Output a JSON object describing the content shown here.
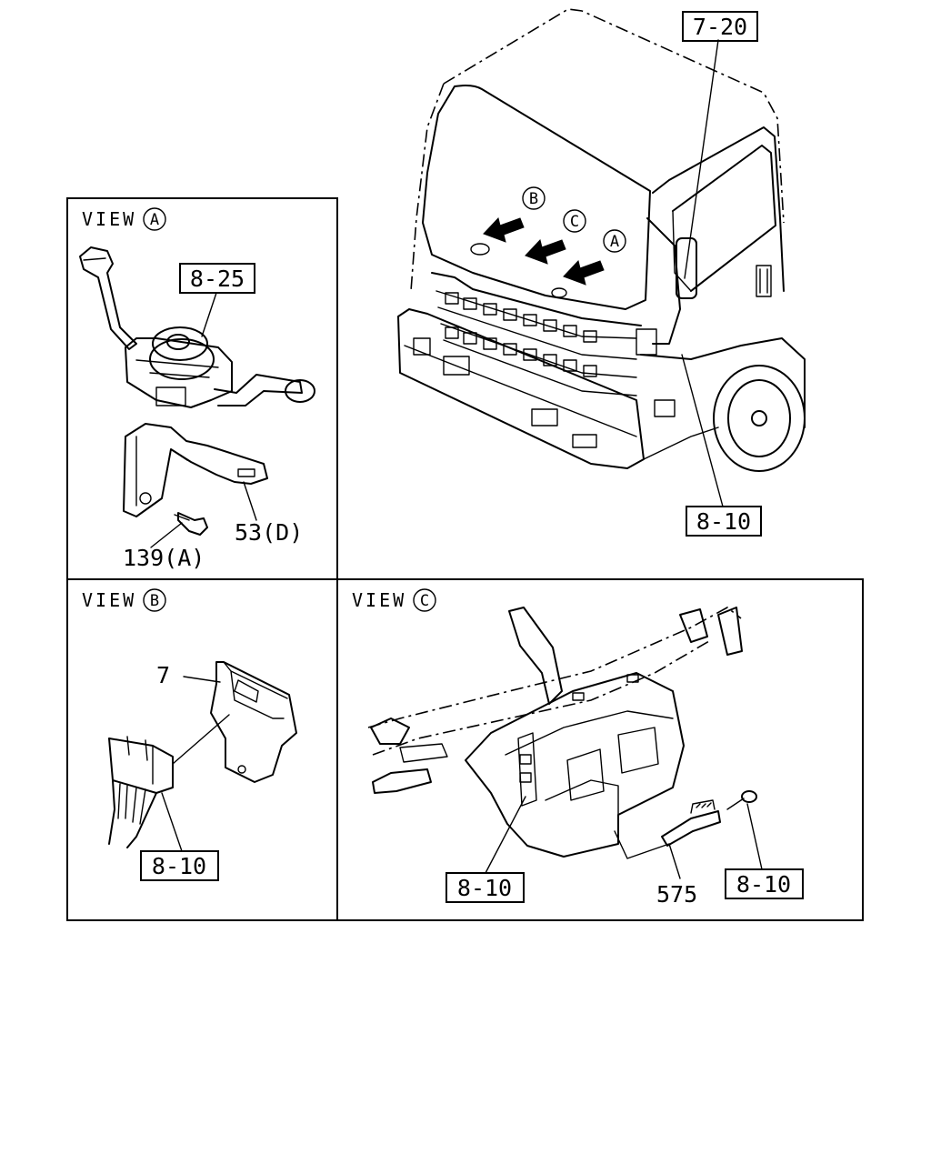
{
  "views": {
    "a_title": "VIEW",
    "a_letter": "A",
    "b_title": "VIEW",
    "b_letter": "B",
    "c_title": "VIEW",
    "c_letter": "C"
  },
  "truck_markers": [
    "B",
    "C",
    "A"
  ],
  "refs": {
    "ref_7_20": "7-20",
    "ref_8_10_truck": "8-10",
    "ref_8_25": "8-25",
    "ref_8_10_b": "8-10",
    "ref_8_10_c_left": "8-10",
    "ref_8_10_c_right": "8-10"
  },
  "parts": {
    "part_53d": "53(D)",
    "part_139a": "139(A)",
    "part_7": "7",
    "part_575": "575"
  }
}
